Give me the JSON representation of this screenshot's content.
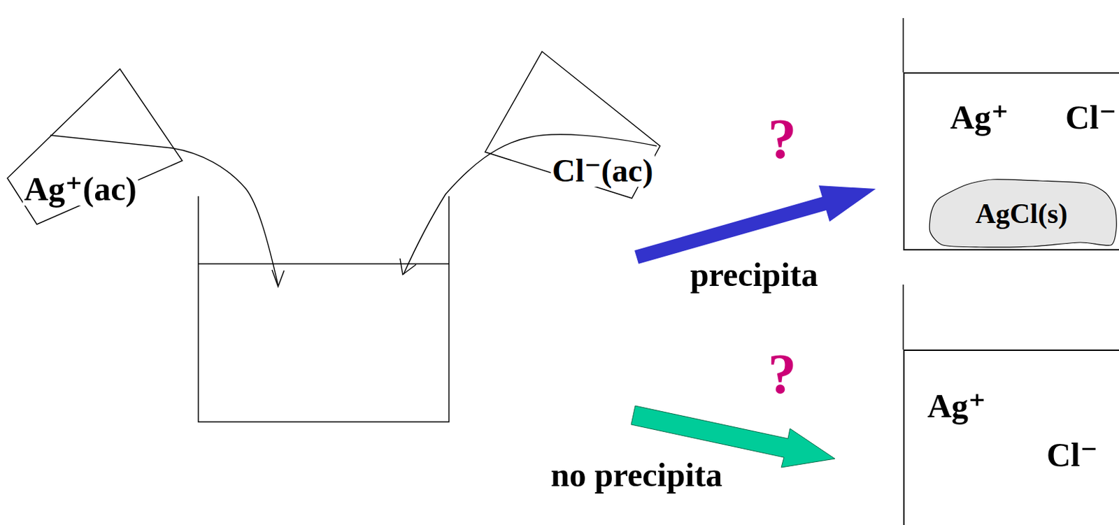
{
  "diagram": {
    "nodes": [
      {
        "text": [
          "Ag⁺(ac)"
        ]
      },
      {
        "text": [
          "Cl⁻(ac)"
        ]
      },
      {
        "text": [
          "Ag⁺",
          "Cl⁻"
        ]
      },
      {
        "text": [
          "AgCl(s)"
        ],
        "in": 2
      },
      {
        "text": [
          "Ag⁺",
          "Cl⁻"
        ]
      }
    ],
    "labels": [
      "?",
      "precipita",
      "?",
      "no precipita"
    ]
  }
}
